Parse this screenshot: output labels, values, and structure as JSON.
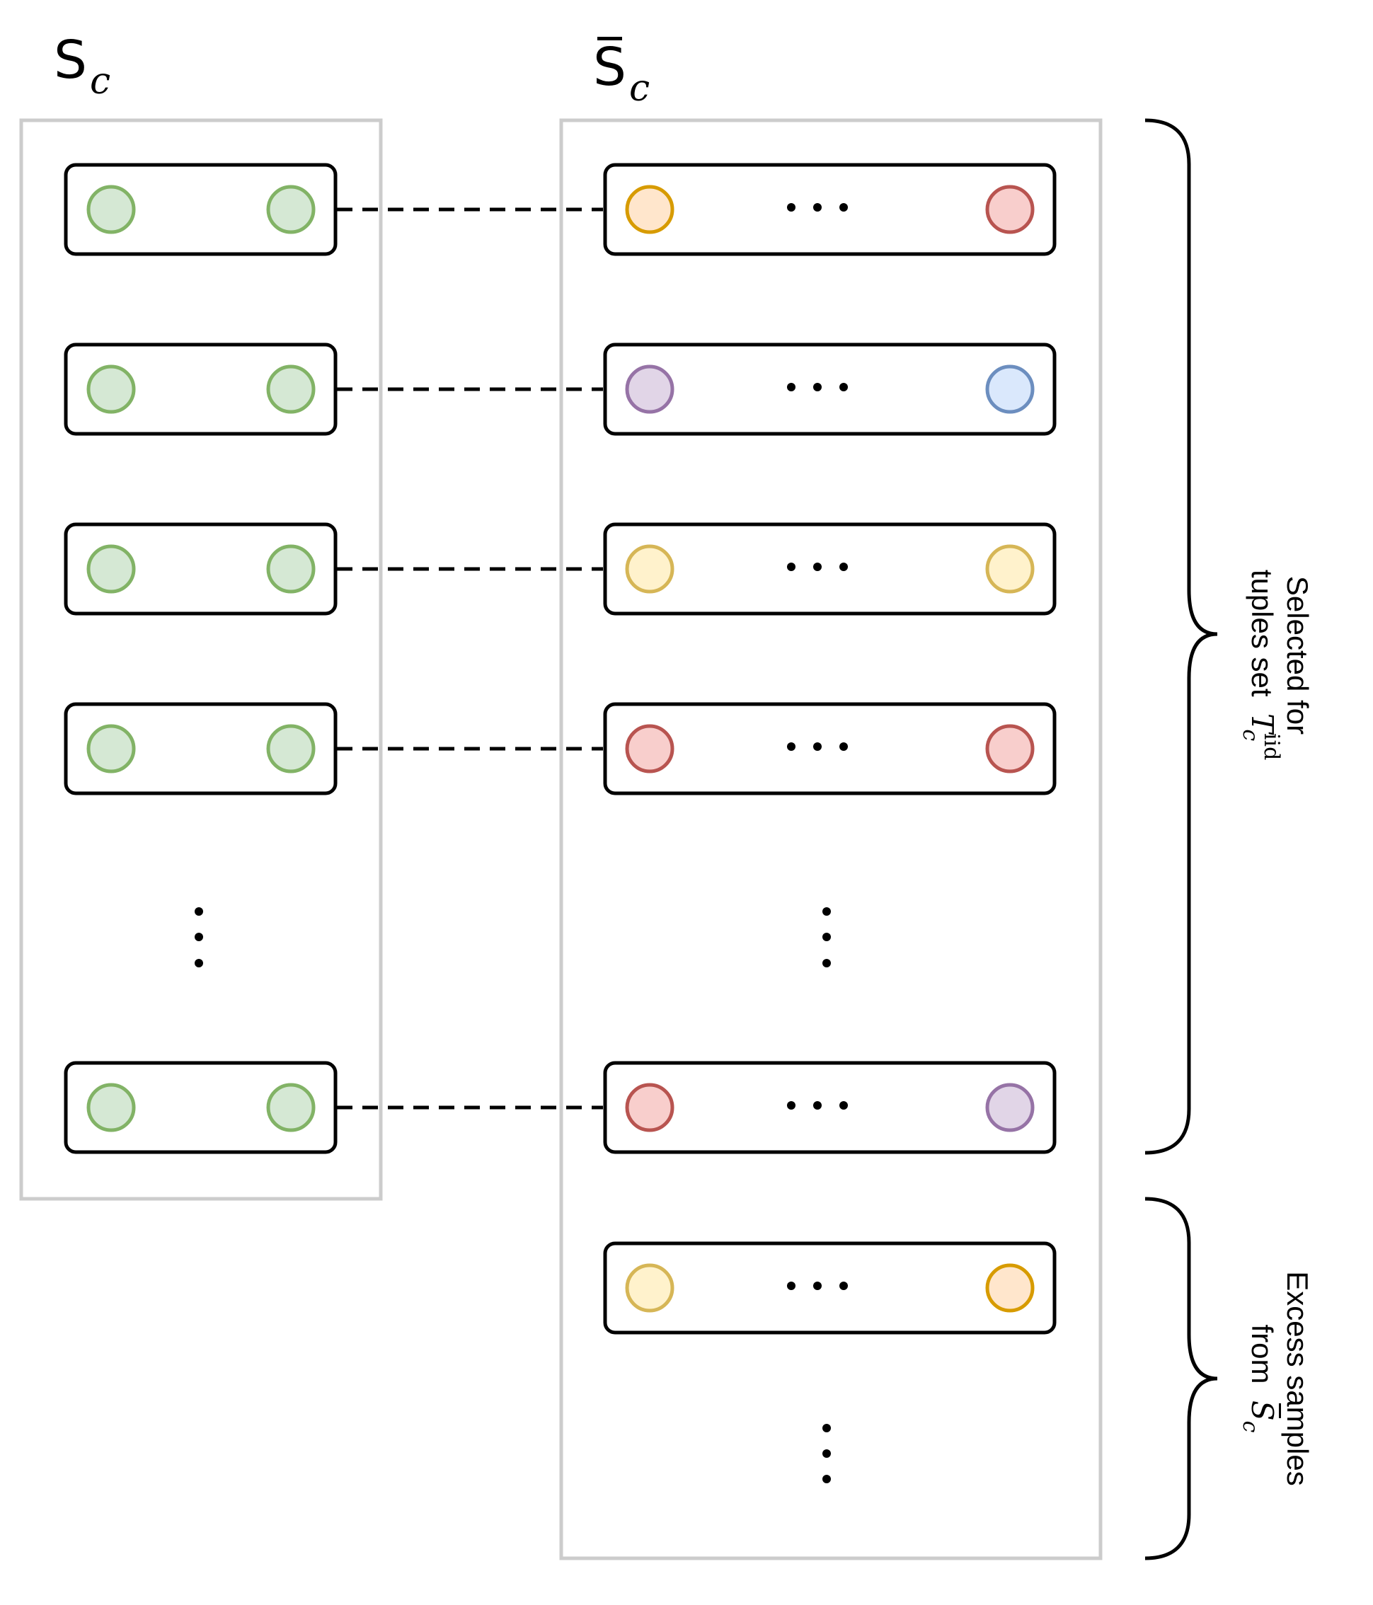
{
  "labels": {
    "set_symbol": "S",
    "set_subscript": "c",
    "selected_line1": "Selected for",
    "selected_line2": "tuples set",
    "selected_symbol": "T",
    "selected_sup": "iid",
    "selected_sub": "c",
    "excess_line1": "Excess samples",
    "excess_line2": "from",
    "excess_symbol": "S",
    "excess_sub": "c",
    "dots_horizontal": "···",
    "dots_vertical": "⋮"
  },
  "colors": {
    "container_border": "#cccccc",
    "tuple_border": "#000000",
    "green": {
      "fill": "#d5e8d4",
      "stroke": "#82b366"
    },
    "orange": {
      "fill": "#ffe6cc",
      "stroke": "#d79b00"
    },
    "red": {
      "fill": "#f8cecc",
      "stroke": "#b85450"
    },
    "purple": {
      "fill": "#e1d5e7",
      "stroke": "#9673a6"
    },
    "blue": {
      "fill": "#dae8fc",
      "stroke": "#6c8ebf"
    },
    "yellow": {
      "fill": "#fff2cc",
      "stroke": "#d6b656"
    }
  },
  "left_tuples": [
    {
      "left": "green",
      "right": "green"
    },
    {
      "left": "green",
      "right": "green"
    },
    {
      "left": "green",
      "right": "green"
    },
    {
      "left": "green",
      "right": "green"
    },
    {
      "left": "green",
      "right": "green"
    }
  ],
  "right_tuples": [
    {
      "left": "orange",
      "right": "red"
    },
    {
      "left": "purple",
      "right": "blue"
    },
    {
      "left": "yellow",
      "right": "yellow"
    },
    {
      "left": "red",
      "right": "red"
    },
    {
      "left": "red",
      "right": "purple"
    }
  ],
  "excess_tuples": [
    {
      "left": "yellow",
      "right": "orange"
    }
  ]
}
